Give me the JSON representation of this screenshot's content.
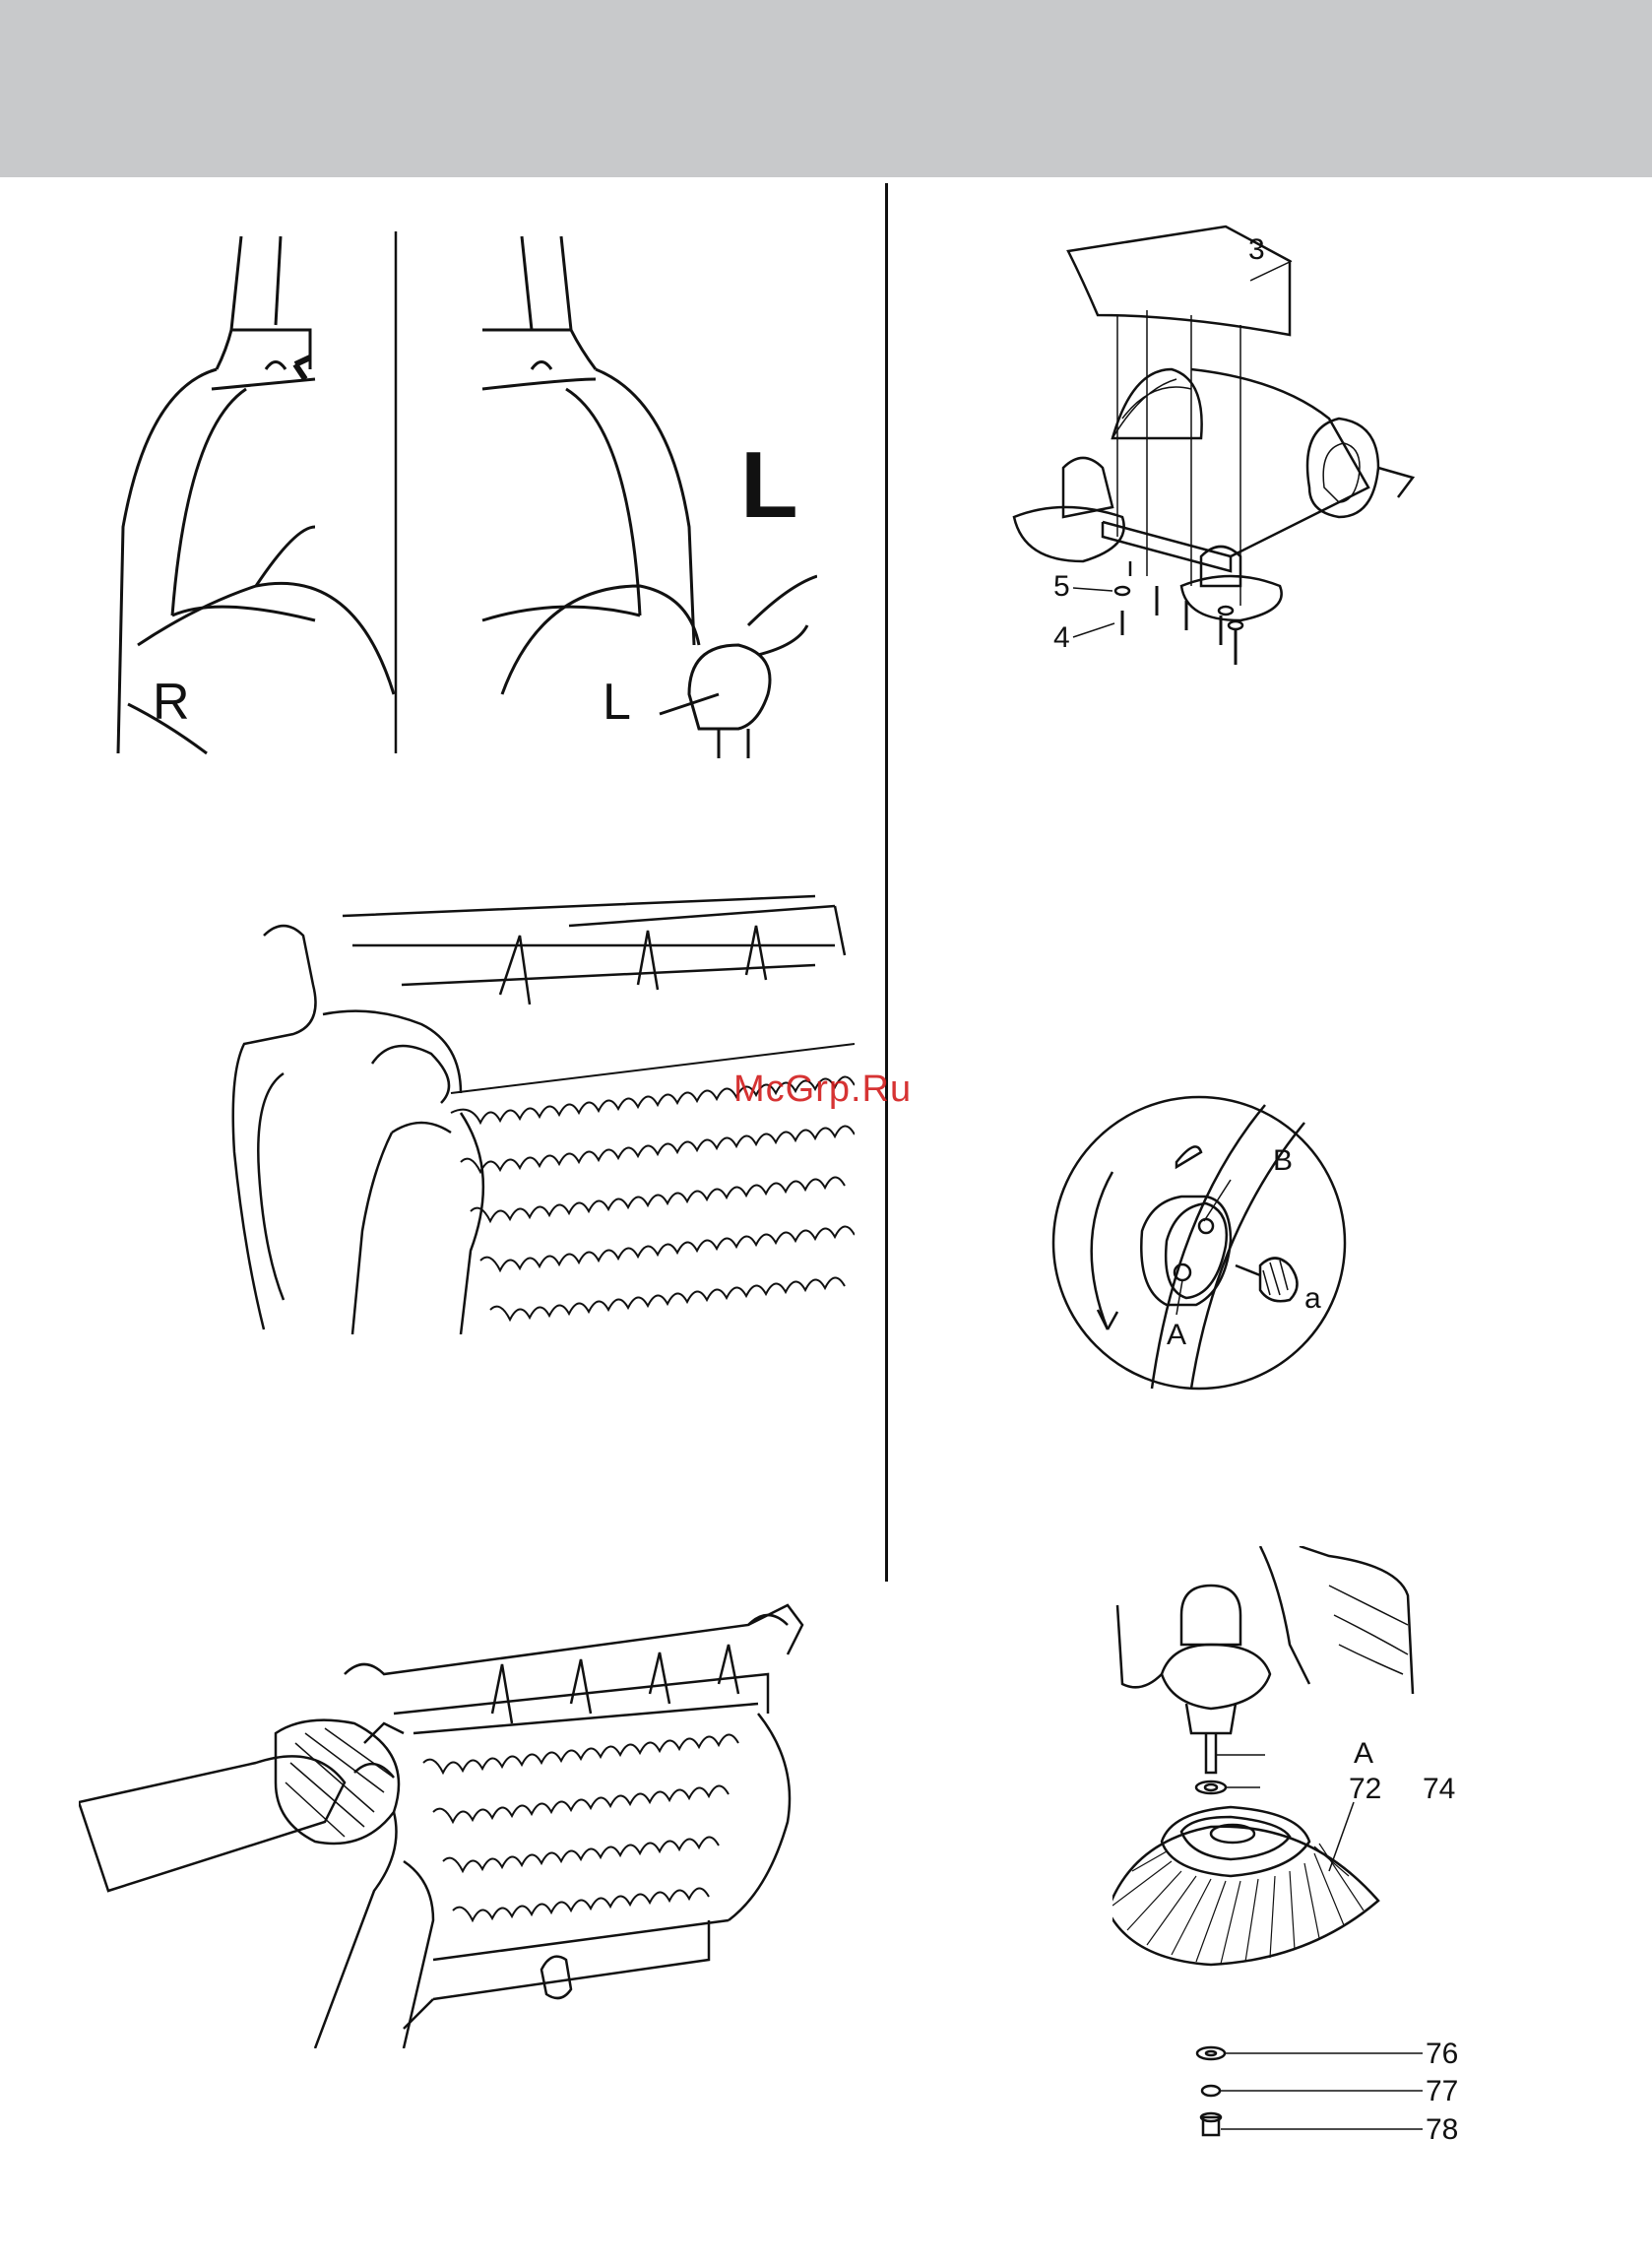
{
  "watermark": "McGrp.Ru",
  "fig_handle": {
    "label_right": "R",
    "label_left_big": "L",
    "label_left_small": "L"
  },
  "fig_cover": {
    "callouts": [
      "3",
      "5",
      "4"
    ]
  },
  "fig_wheel": {
    "callouts": [
      "B",
      "a",
      "A"
    ]
  },
  "fig_sidebrush": {
    "callouts": [
      "A",
      "72",
      "74",
      "76",
      "77",
      "78"
    ]
  },
  "colors": {
    "header_band": "#c8c9cb",
    "line_art": "#111111",
    "watermark": "#d21e1e"
  }
}
